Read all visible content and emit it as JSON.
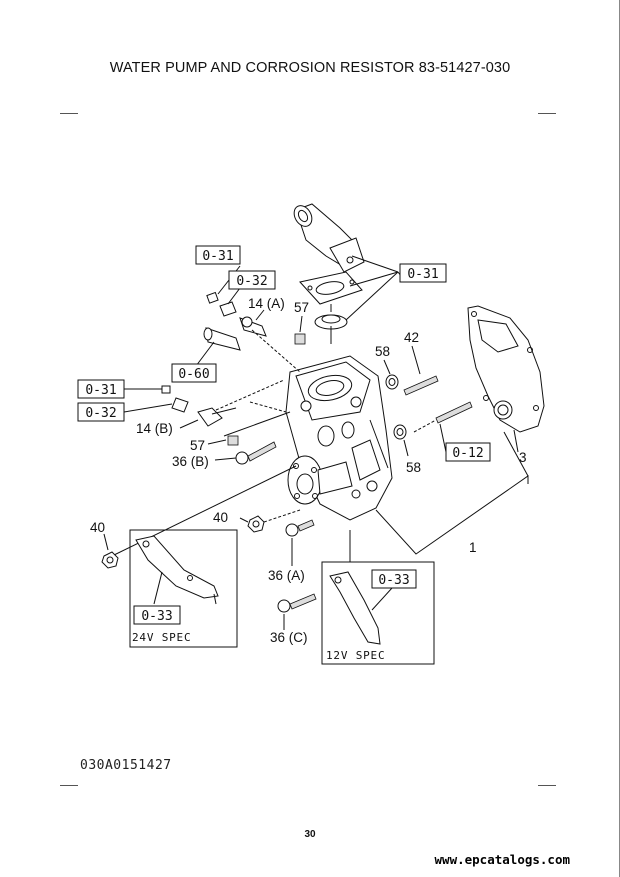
{
  "page": {
    "title": "WATER PUMP AND CORROSION RESISTOR  83-51427-030",
    "figure_code": "030A0151427",
    "page_number": "30",
    "watermark": "www.epcatalogs.com"
  },
  "diagram": {
    "ref_boxes": {
      "box_031_top": "0-31",
      "box_032_top": "0-32",
      "box_031_right": "0-31",
      "box_060": "0-60",
      "box_031_left": "0-31",
      "box_032_left": "0-32",
      "box_012": "0-12",
      "box_033_right": "0-33",
      "box_033_left": "0-33"
    },
    "callouts": {
      "c14a": "14 (A)",
      "c57a": "57",
      "c58a": "58",
      "c42": "42",
      "c14b": "14 (B)",
      "c57b": "57",
      "c36b": "36 (B)",
      "c58b": "58",
      "c3": "3",
      "c1": "1",
      "c40a": "40",
      "c40b": "40",
      "c36a": "36 (A)",
      "c36c": "36 (C)"
    },
    "inset_24v": {
      "label": "24V  SPEC"
    },
    "inset_12v": {
      "label": "12V  SPEC"
    }
  }
}
